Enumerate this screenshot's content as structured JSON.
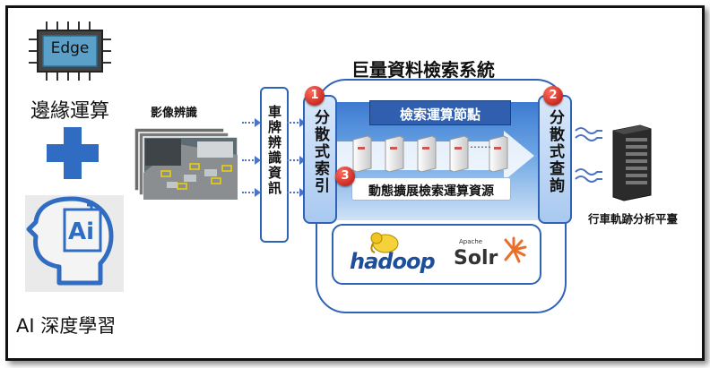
{
  "left_panel": {
    "edge_chip_label": "Edge",
    "edge_computing_label": "邊緣運算",
    "ai_icon_text": "Ai",
    "ai_label": "AI 深度學習"
  },
  "image_recognition": {
    "label": "影像辨識"
  },
  "plate_info": {
    "label": "車牌辨識資訊"
  },
  "big_data": {
    "title": "巨量資料檢索系統",
    "distributed_index": "分散式索引",
    "distributed_query": "分散式查詢",
    "compute_nodes": "檢索運算節點",
    "dynamic_resources": "動態擴展檢索運算資源",
    "node_ellipsis": "……",
    "badges": [
      "1",
      "2",
      "3"
    ],
    "hadoop_label": "hadoop",
    "apache_label": "Apache",
    "solr_label": "Solr"
  },
  "platform": {
    "label": "行車軌跡分析平臺"
  },
  "colors": {
    "blue_accent": "#3b72c8",
    "dark_blue": "#1c4fa0",
    "badge_red": "#c8241a",
    "border": "#2e63b5"
  }
}
